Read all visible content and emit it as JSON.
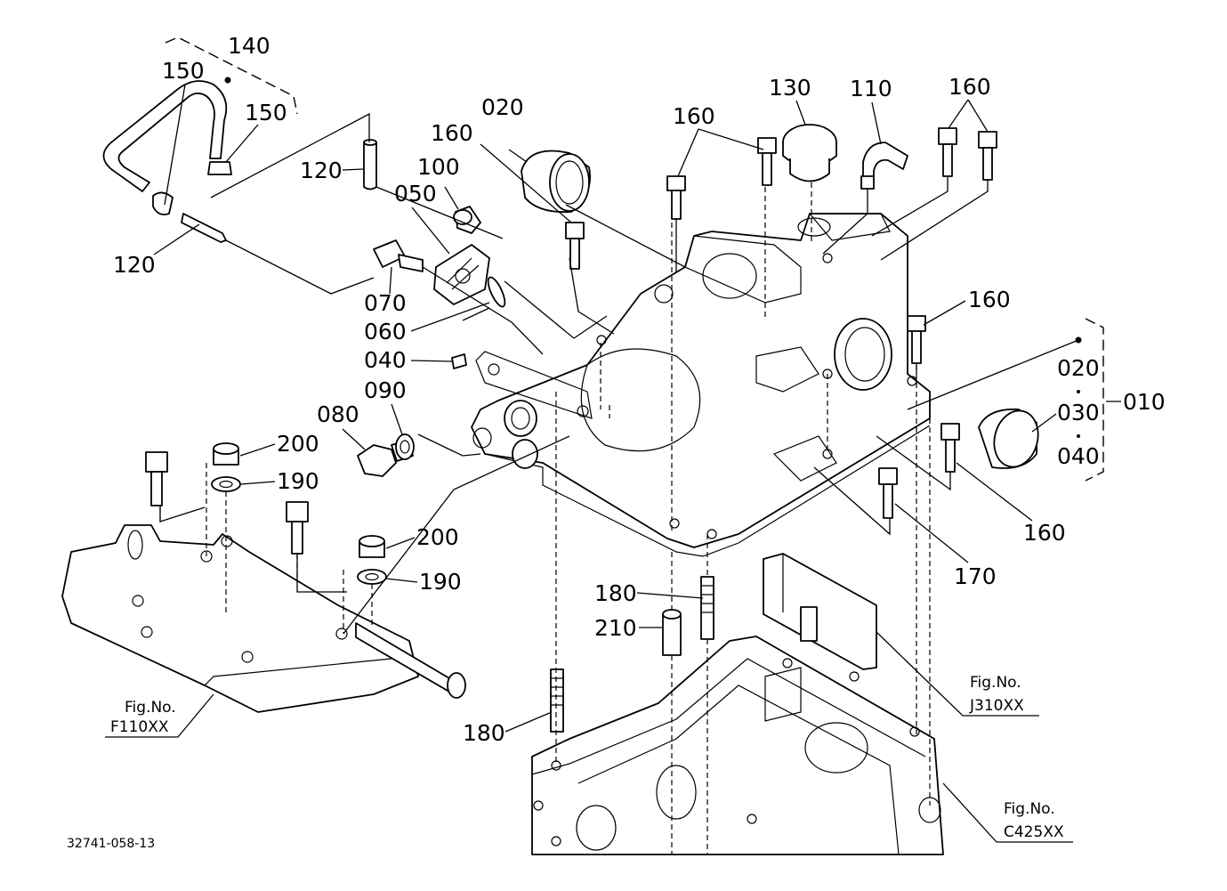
{
  "doc_id": "32741-058-13",
  "callouts": {
    "c140": "140",
    "c150a": "150",
    "c150b": "150",
    "c120a": "120",
    "c120b": "120",
    "c020a": "020",
    "c160a": "160",
    "c100": "100",
    "c050": "050",
    "c070": "070",
    "c060": "060",
    "c040": "040",
    "c090": "090",
    "c080": "080",
    "c160b": "160",
    "c130": "130",
    "c110": "110",
    "c160c": "160",
    "c160d": "160",
    "c020b": "020",
    "c030": "030",
    "c040b": "040",
    "c010": "010",
    "c160e": "160",
    "c170": "170",
    "c200a": "200",
    "c190a": "190",
    "c200b": "200",
    "c190b": "190",
    "c180a": "180",
    "c210": "210",
    "c180b": "180"
  },
  "fig_refs": [
    {
      "label": "Fig.No.",
      "code": "F110XX"
    },
    {
      "label": "Fig.No.",
      "code": "J310XX"
    },
    {
      "label": "Fig.No.",
      "code": "C425XX"
    }
  ]
}
